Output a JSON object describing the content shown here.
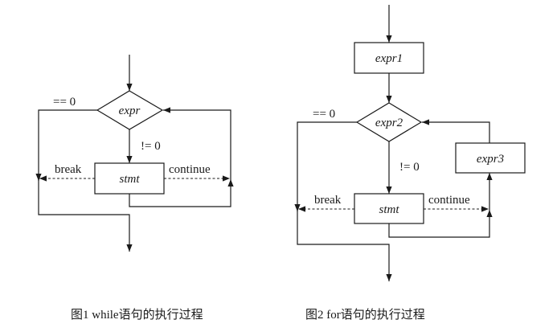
{
  "figure1": {
    "caption": "图1 while语句的执行过程",
    "condition": "expr",
    "body": "stmt",
    "false_label": "== 0",
    "true_label": "!= 0",
    "break_label": "break",
    "continue_label": "continue"
  },
  "figure2": {
    "caption": "图2 for语句的执行过程",
    "init": "expr1",
    "condition": "expr2",
    "update": "expr3",
    "body": "stmt",
    "false_label": "== 0",
    "true_label": "!= 0",
    "break_label": "break",
    "continue_label": "continue"
  }
}
